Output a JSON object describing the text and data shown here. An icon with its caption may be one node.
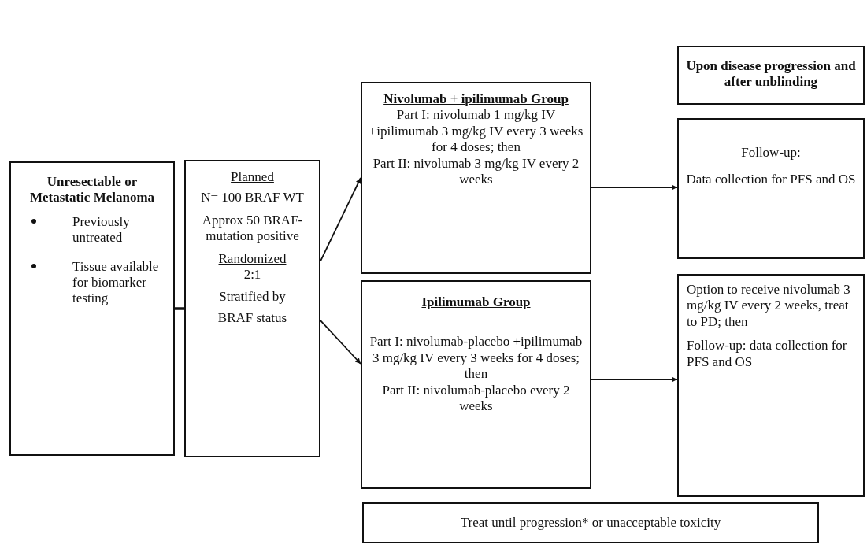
{
  "diagram": {
    "nodes": [
      {
        "text": [
          "Unresectable or Metastatic Melanoma",
          "Previously untreated",
          "Tissue available for biomarker testing"
        ]
      },
      {
        "text": [
          "Planned",
          "N= 100 BRAF WT",
          "Approx 50 BRAF-mutation positive",
          "Randomized",
          "2:1",
          "Stratified by",
          "BRAF status"
        ]
      },
      {
        "text": [
          "Nivolumab + ipilimumab Group",
          "Part I: nivolumab 1 mg/kg IV +ipilimumab 3 mg/kg IV every 3 weeks for 4 doses; then",
          "Part II: nivolumab 3 mg/kg IV every 2 weeks"
        ]
      },
      {
        "text": [
          "Ipilimumab Group",
          "Part I: nivolumab-placebo +ipilimumab 3 mg/kg IV every 3 weeks for 4 doses; then",
          "Part II: nivolumab-placebo every 2 weeks"
        ]
      },
      {
        "text": [
          "Upon disease progression and after unblinding"
        ]
      },
      {
        "text": [
          "Follow-up:",
          "Data collection for PFS and OS"
        ]
      },
      {
        "text": [
          "Option to receive nivolumab 3 mg/kg IV every 2 weeks, treat to PD; then",
          "Follow-up: data collection for PFS and OS"
        ]
      },
      {
        "text": [
          "Treat until progression* or unacceptable toxicity"
        ]
      }
    ],
    "edges": [
      {
        "from": 0,
        "to": 1,
        "arrow": "none",
        "style": "thick"
      },
      {
        "from": 1,
        "to": 2,
        "arrow": "to"
      },
      {
        "from": 1,
        "to": 3,
        "arrow": "to"
      },
      {
        "from": 2,
        "to": 5,
        "arrow": "to"
      },
      {
        "from": 3,
        "to": 6,
        "arrow": "to"
      }
    ]
  }
}
